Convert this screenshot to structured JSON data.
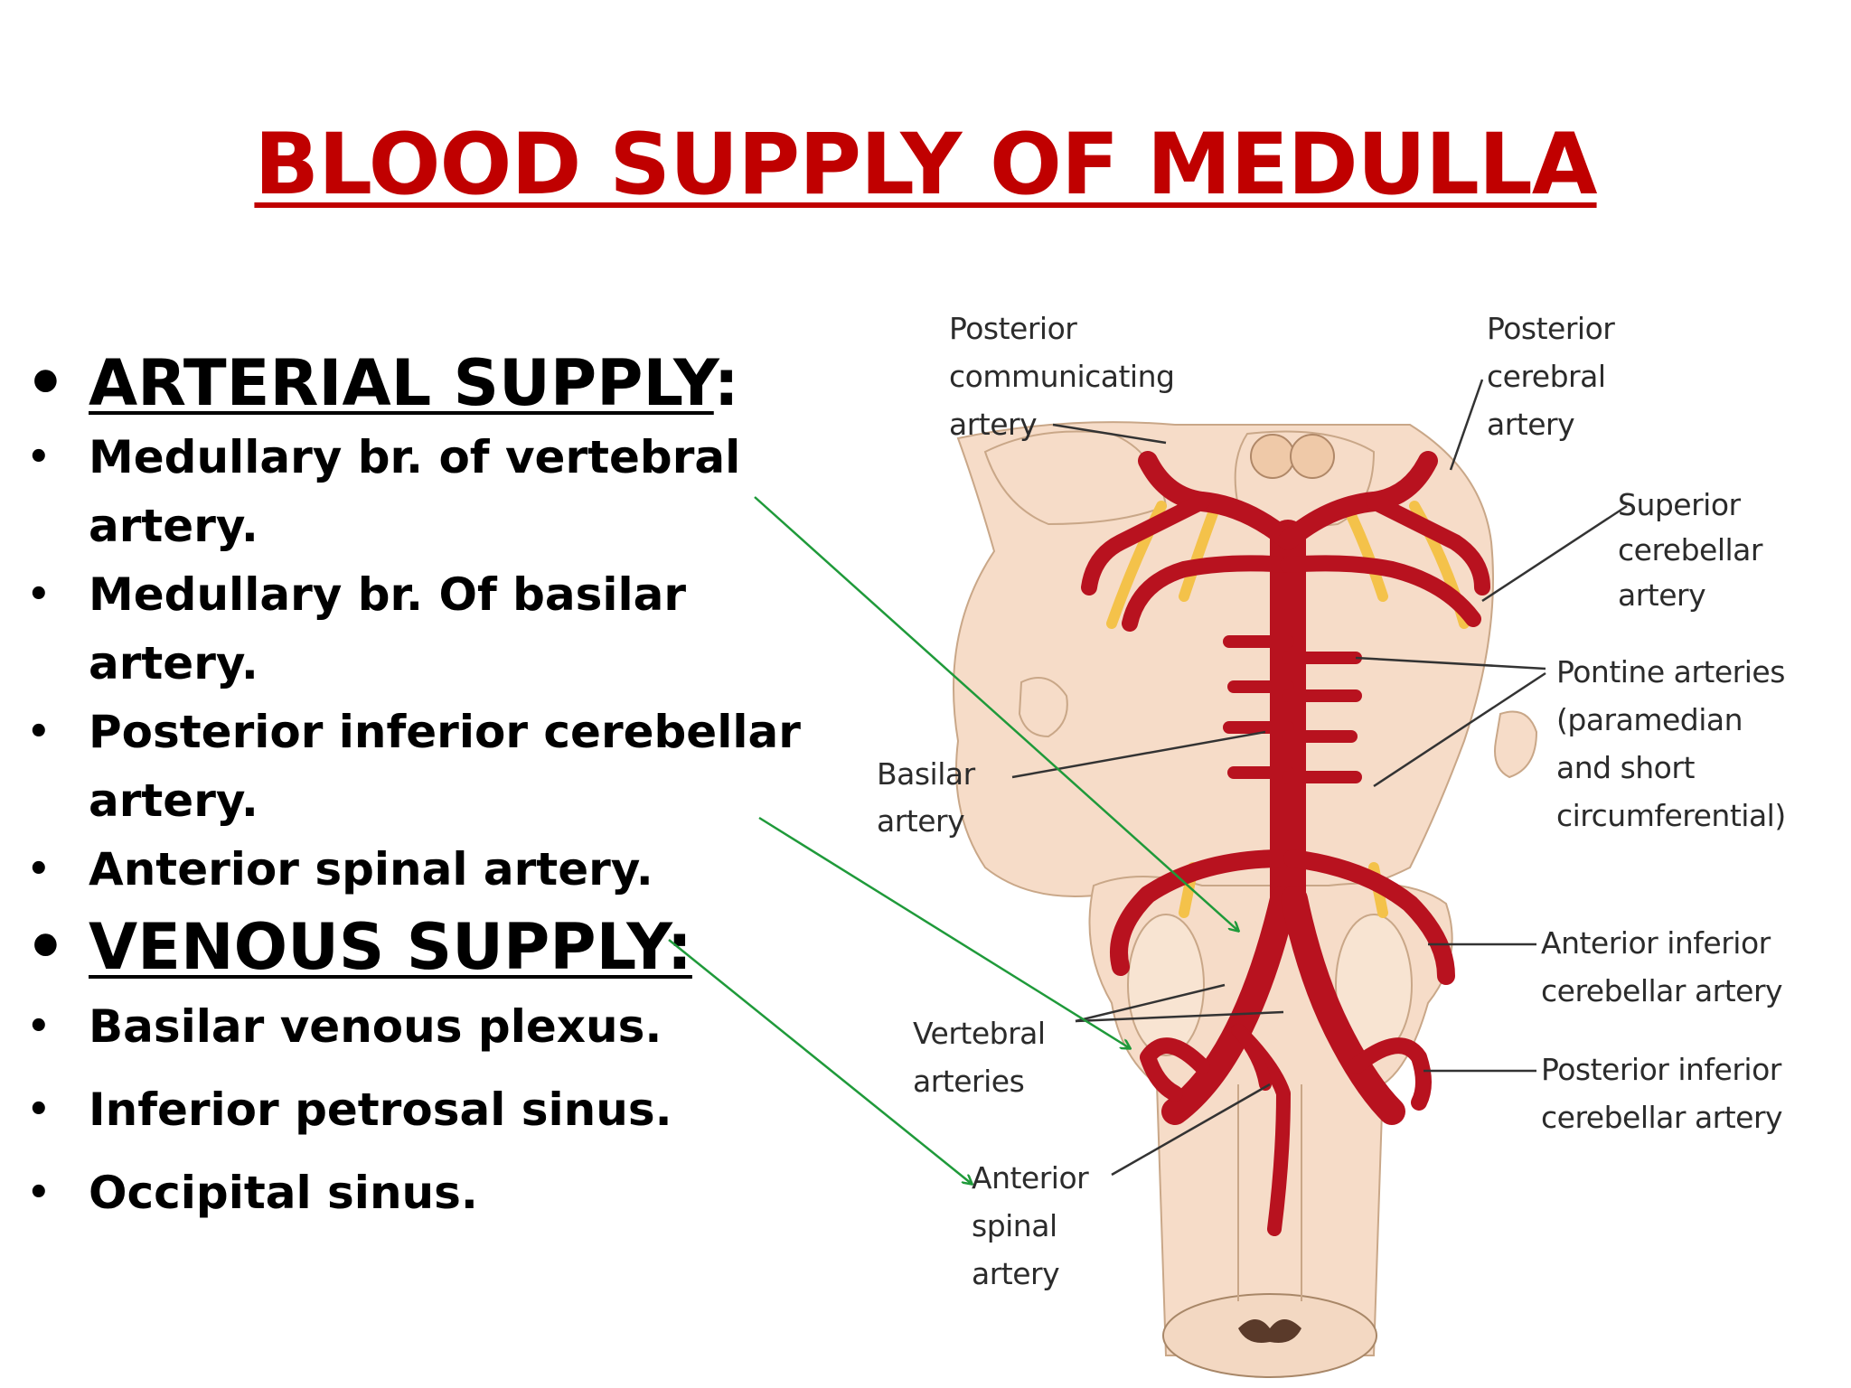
{
  "title": "BLOOD SUPPLY OF MEDULLA",
  "colors": {
    "title": "#c00000",
    "artery": "#b8121f",
    "artery_dark": "#8a0a14",
    "tissue": "#f6dcc8",
    "nerve": "#f4c24a",
    "pointer_arrow": "#1f9a3a",
    "label_line": "#333333"
  },
  "arterial": {
    "heading": "ARTERIAL SUPPLY",
    "colon": ":",
    "items": [
      "Medullary br. of vertebral artery.",
      "Medullary br. Of basilar artery.",
      "Posterior inferior cerebellar artery.",
      "Anterior spinal artery."
    ]
  },
  "venous": {
    "heading": "VENOUS SUPPLY:",
    "items": [
      "Basilar venous plexus.",
      "Inferior petrosal sinus.",
      "Occipital sinus."
    ]
  },
  "diagram_labels": {
    "posterior_communicating": [
      "Posterior",
      "communicating",
      "artery"
    ],
    "posterior_cerebral": [
      "Posterior",
      "cerebral",
      "artery"
    ],
    "superior_cerebellar": [
      "Superior",
      "cerebellar",
      "artery"
    ],
    "pontine": [
      "Pontine arteries",
      "(paramedian",
      "and short",
      "circumferential)"
    ],
    "basilar": [
      "Basilar",
      "artery"
    ],
    "anterior_inferior_cerebellar": [
      "Anterior inferior",
      "cerebellar artery"
    ],
    "vertebral": [
      "Vertebral",
      "arteries"
    ],
    "posterior_inferior_cerebellar": [
      "Posterior inferior",
      "cerebellar artery"
    ],
    "anterior_spinal": [
      "Anterior",
      "spinal",
      "artery"
    ]
  }
}
